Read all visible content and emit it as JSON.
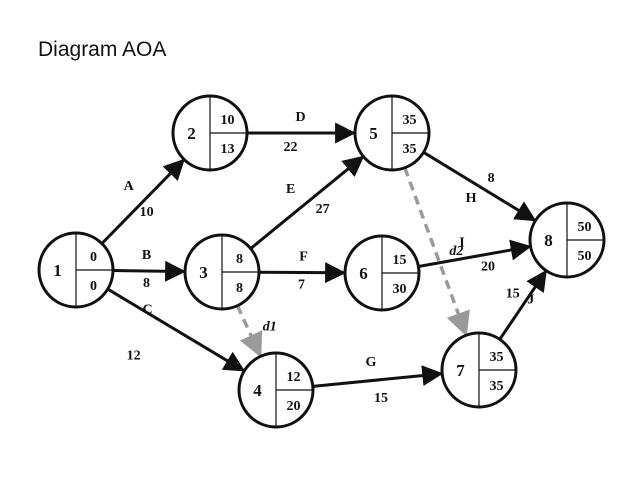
{
  "title": "Diagram AOA",
  "nodes": [
    {
      "id": "1",
      "label": "1",
      "top": "0",
      "bottom": "0"
    },
    {
      "id": "2",
      "label": "2",
      "top": "10",
      "bottom": "13"
    },
    {
      "id": "3",
      "label": "3",
      "top": "8",
      "bottom": "8"
    },
    {
      "id": "4",
      "label": "4",
      "top": "12",
      "bottom": "20"
    },
    {
      "id": "5",
      "label": "5",
      "top": "35",
      "bottom": "35"
    },
    {
      "id": "6",
      "label": "6",
      "top": "15",
      "bottom": "30"
    },
    {
      "id": "7",
      "label": "7",
      "top": "35",
      "bottom": "35"
    },
    {
      "id": "8",
      "label": "8",
      "top": "50",
      "bottom": "50"
    }
  ],
  "activities": [
    {
      "from": "1",
      "to": "2",
      "name": "A",
      "duration": "10"
    },
    {
      "from": "1",
      "to": "3",
      "name": "B",
      "duration": "8"
    },
    {
      "from": "1",
      "to": "4",
      "name": "C",
      "duration": "12"
    },
    {
      "from": "2",
      "to": "5",
      "name": "D",
      "duration": "22"
    },
    {
      "from": "3",
      "to": "5",
      "name": "E",
      "duration": "27"
    },
    {
      "from": "3",
      "to": "6",
      "name": "F",
      "duration": "7"
    },
    {
      "from": "4",
      "to": "7",
      "name": "G",
      "duration": "15"
    },
    {
      "from": "5",
      "to": "8",
      "name": "H",
      "duration": "8"
    },
    {
      "from": "6",
      "to": "8",
      "name": "I",
      "duration": "20"
    },
    {
      "from": "7",
      "to": "8",
      "name": "J",
      "duration": "15"
    }
  ],
  "dummies": [
    {
      "from": "3",
      "to": "4",
      "name": "d1"
    },
    {
      "from": "5",
      "to": "7",
      "name": "d2"
    }
  ],
  "colors": {
    "line": "#111111",
    "dummy": "#9a9a9a",
    "node_fill": "#ffffff"
  }
}
